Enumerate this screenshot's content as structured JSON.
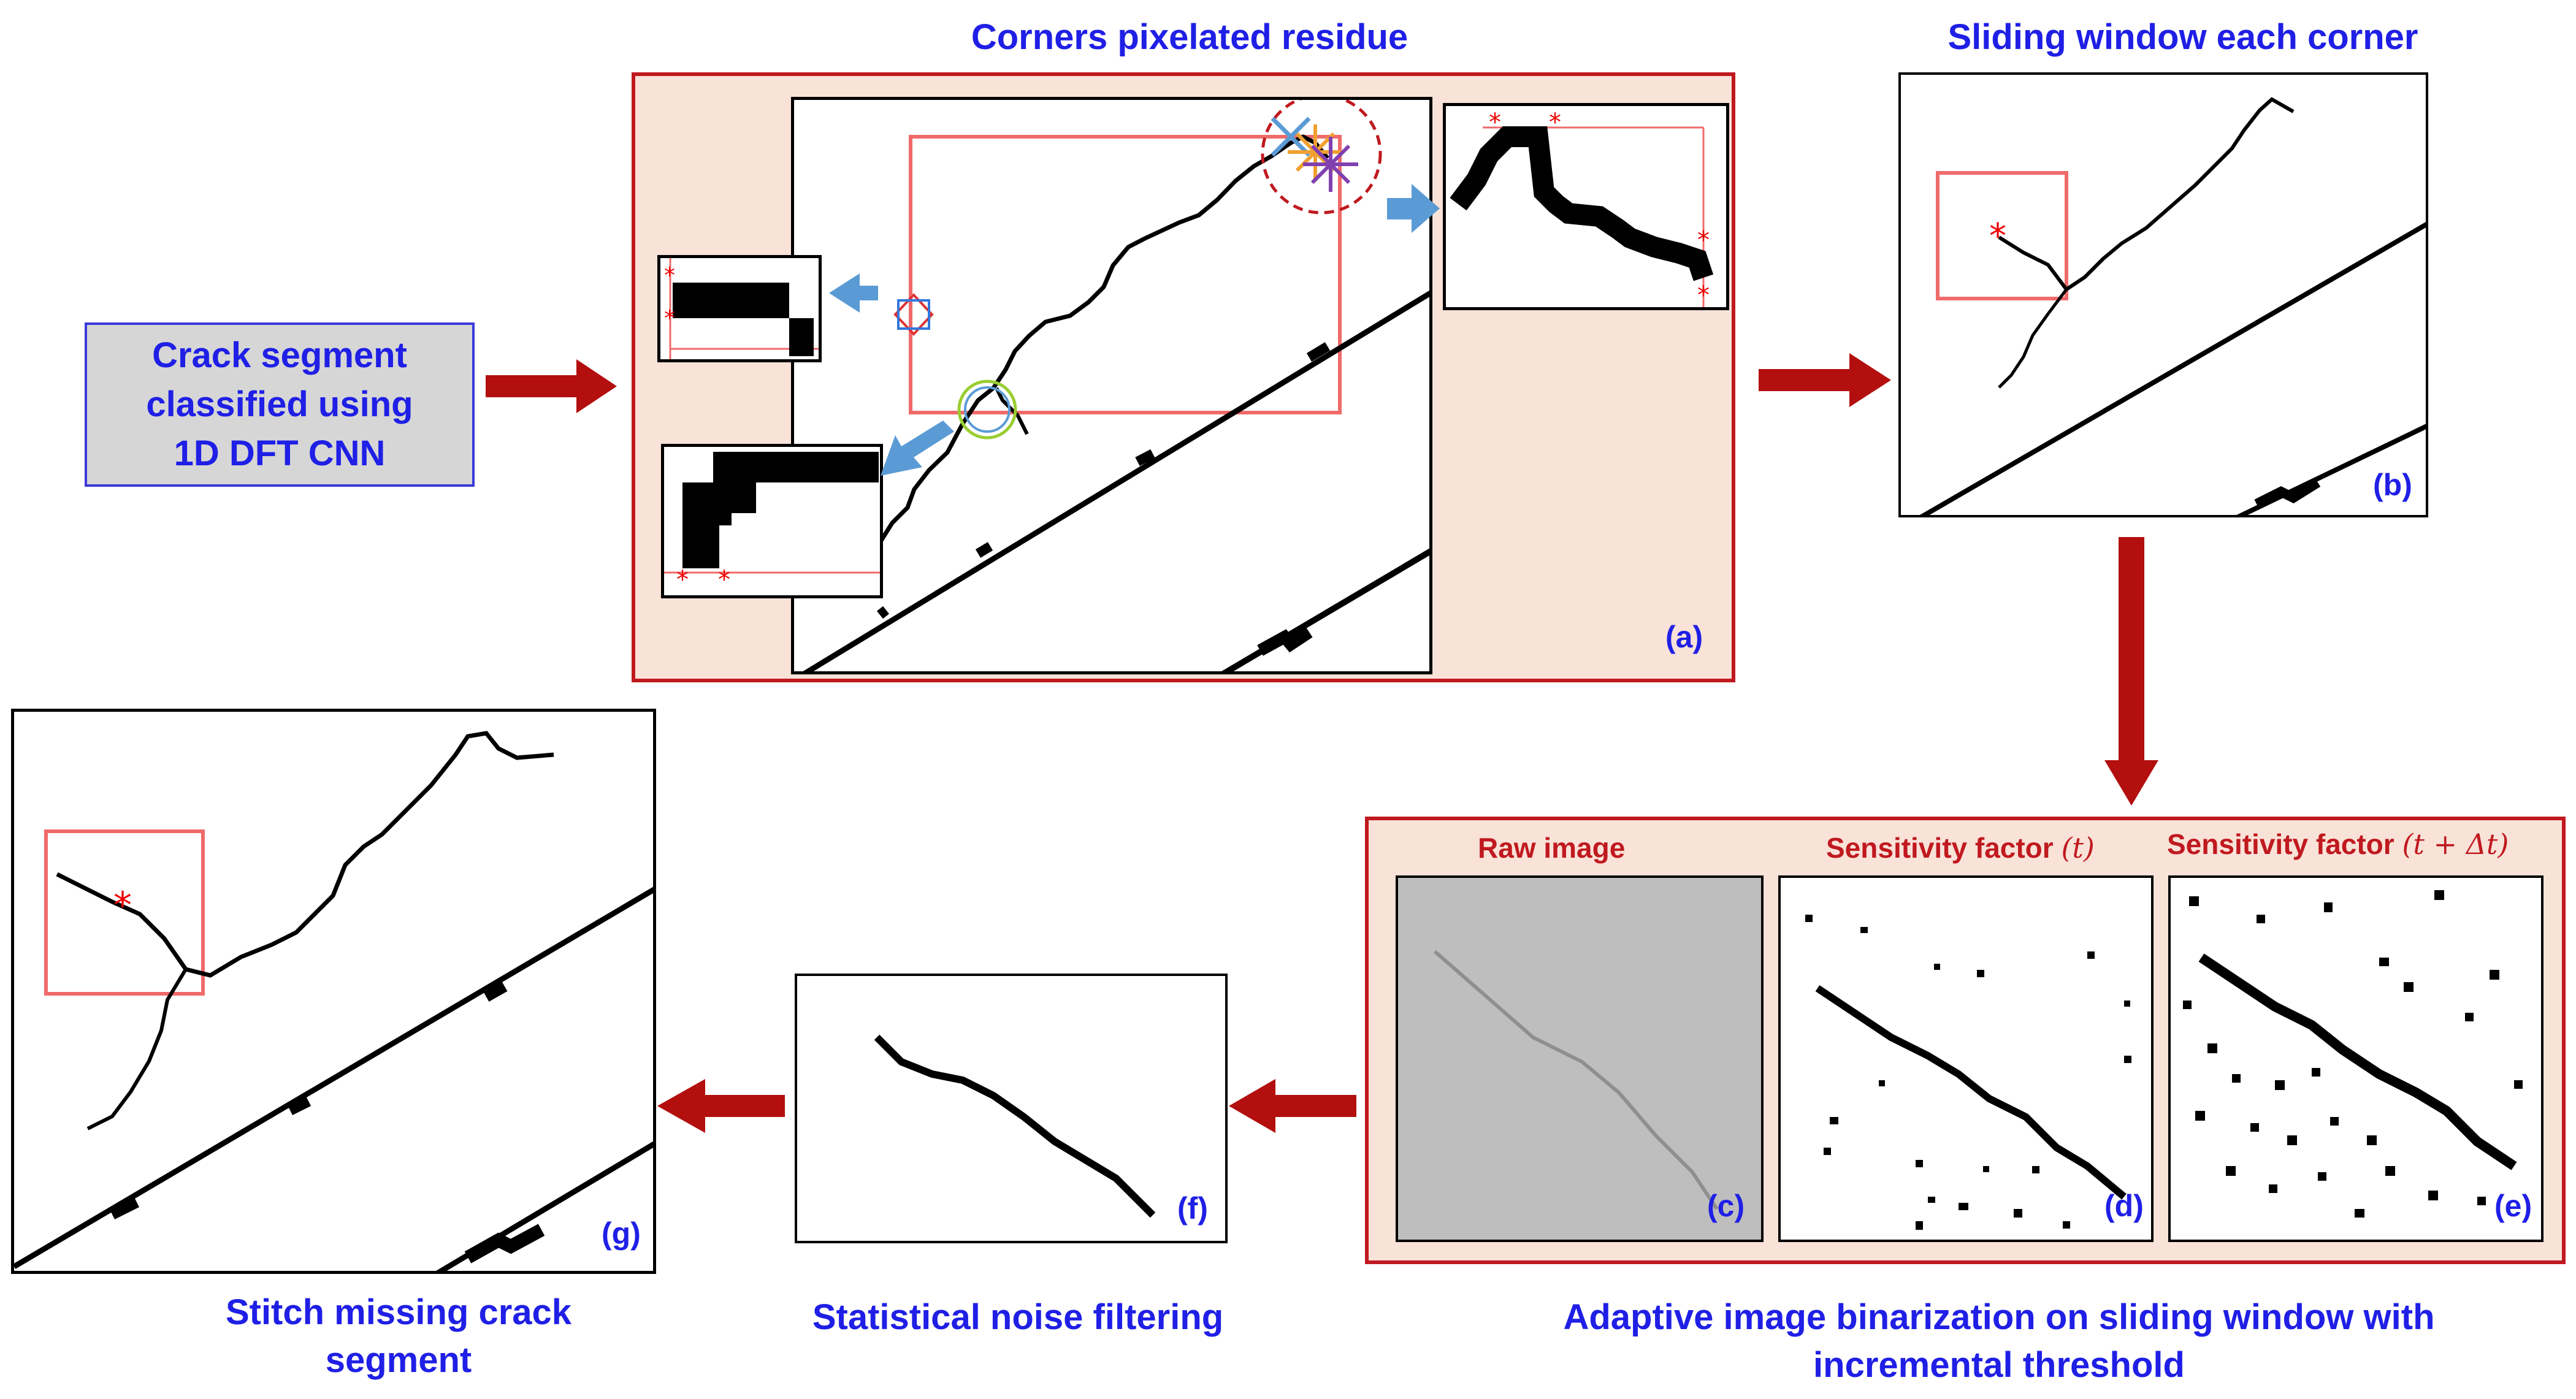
{
  "titles": {
    "a": "Corners pixelated residue",
    "b": "Sliding window each corner",
    "cde_line1": "Adaptive image binarization on sliding window with",
    "cde_line2": "incremental threshold",
    "f": "Statistical noise filtering",
    "g_line1": "Stitch missing crack",
    "g_line2": "segment"
  },
  "classifier": {
    "line1": "Crack segment",
    "line2": "classified using",
    "line3": "1D DFT CNN"
  },
  "panel_tags": {
    "a": "(a)",
    "b": "(b)",
    "c": "(c)",
    "d": "(d)",
    "e": "(e)",
    "f": "(f)",
    "g": "(g)"
  },
  "sublabels": {
    "raw": "Raw image",
    "sens_prefix": "Sensitivity factor",
    "t": "(t)",
    "t_dt": "(t + Δt)"
  },
  "colors": {
    "title_blue": "#1f1fe6",
    "arrow_red": "#b30f0f",
    "frame_red": "#c0191f",
    "pink_fill": "#f9e2d8",
    "window_red": "#f06a6a",
    "arrow_blue": "#5b9bd5",
    "classifier_fill": "#d6d6d6"
  }
}
